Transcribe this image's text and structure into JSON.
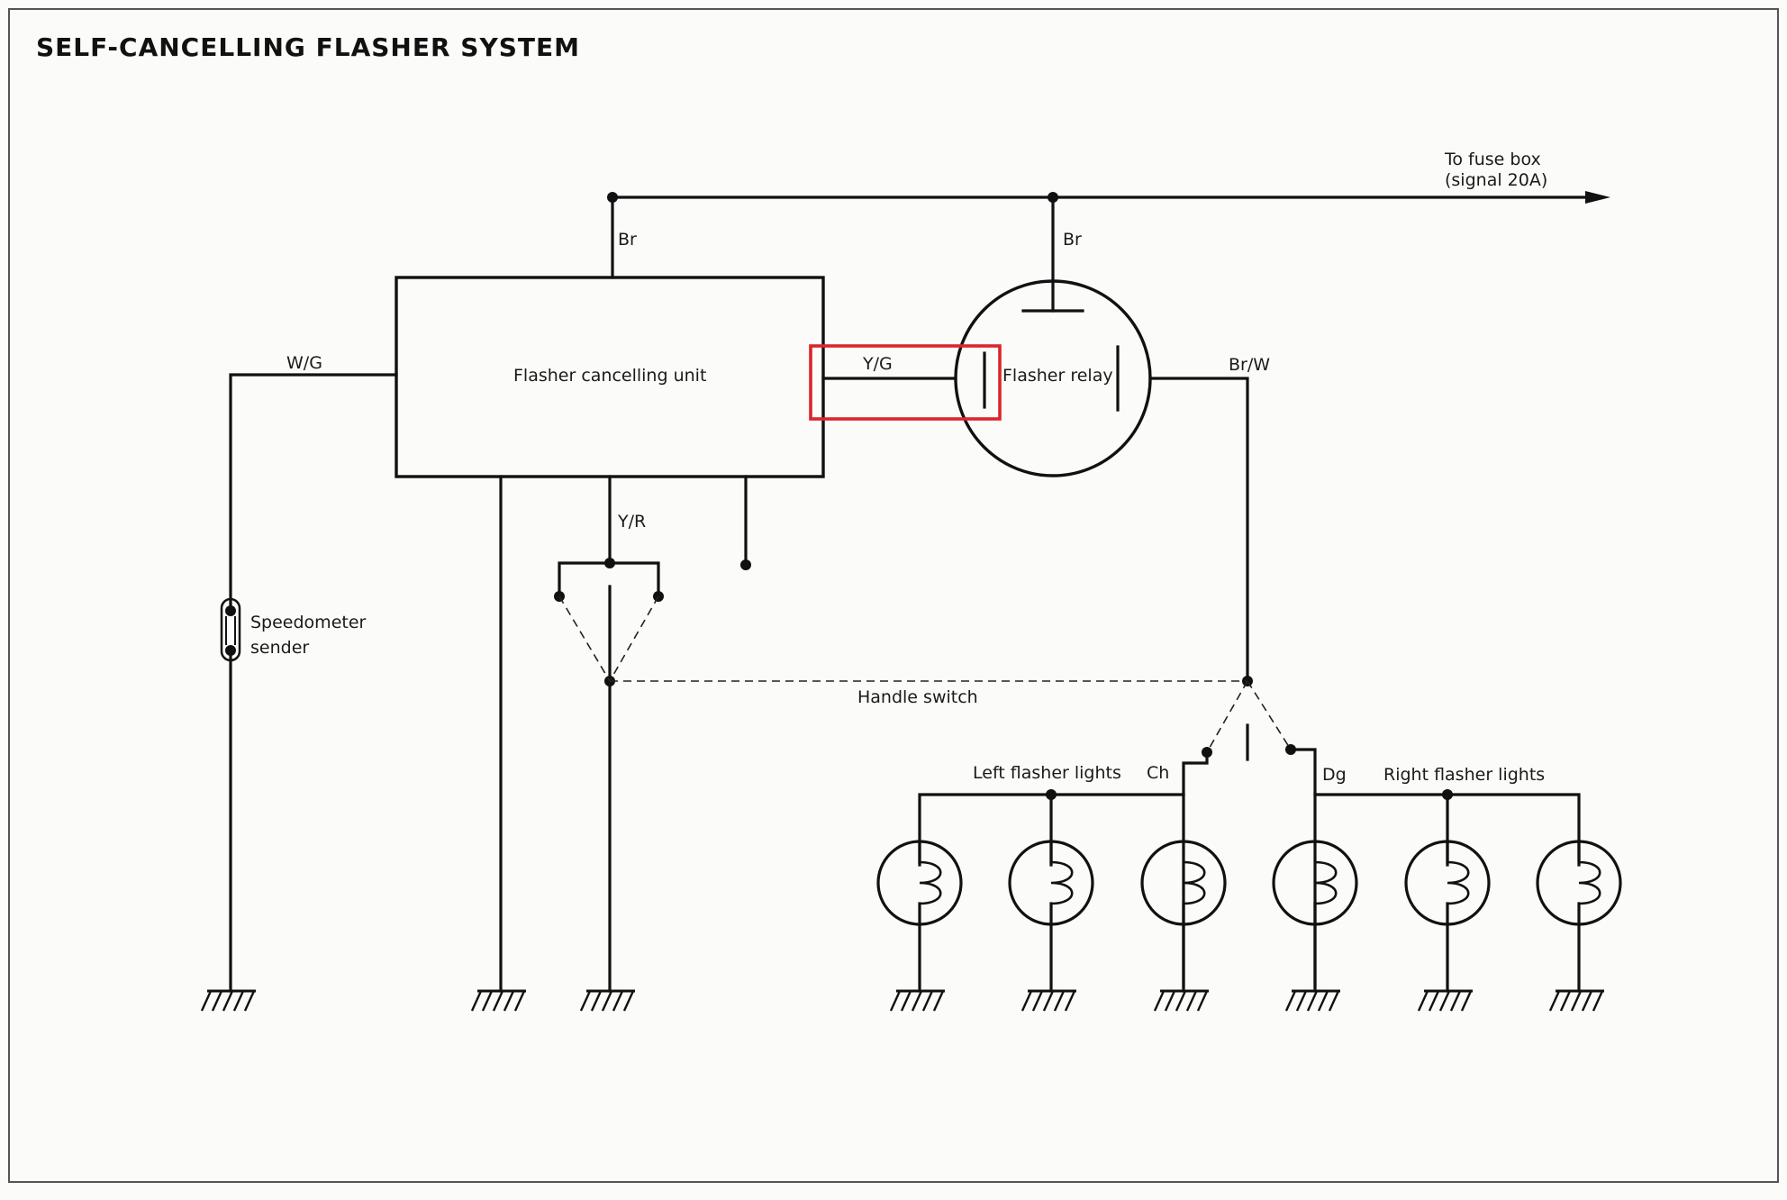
{
  "title": "SELF-CANCELLING FLASHER SYSTEM",
  "supply": {
    "line1": "To fuse box",
    "line2": "(signal 20A)"
  },
  "wires": {
    "br_left": "Br",
    "br_right": "Br",
    "wg": "W/G",
    "yg": "Y/G",
    "yr": "Y/R",
    "brw": "Br/W",
    "ch": "Ch",
    "dg": "Dg"
  },
  "components": {
    "cancelling_unit": "Flasher cancelling unit",
    "relay": "Flasher relay",
    "speedo_line1": "Speedometer",
    "speedo_line2": "sender",
    "handle_switch": "Handle switch",
    "left_lights": "Left flasher lights",
    "right_lights": "Right flasher lights"
  },
  "colors": {
    "wire": "#111111",
    "highlight": "#d9262c",
    "paper": "#fbfbf9"
  }
}
